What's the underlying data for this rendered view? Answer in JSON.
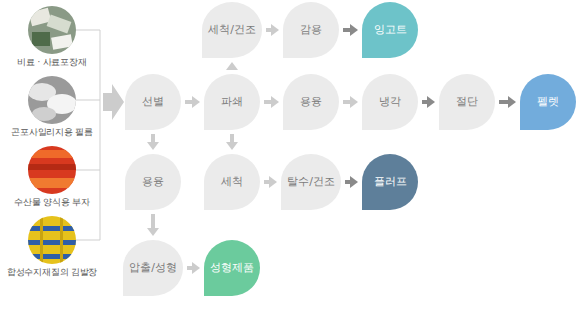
{
  "diagram": {
    "nodes": [
      {
        "text": [
          "세척/건조"
        ]
      },
      {
        "text": [
          "감용"
        ]
      },
      {
        "text": [
          "잉고트"
        ]
      },
      {
        "text": [
          "선별"
        ]
      },
      {
        "text": [
          "파쇄"
        ]
      },
      {
        "text": [
          "용융"
        ]
      },
      {
        "text": [
          "냉각"
        ]
      },
      {
        "text": [
          "절단"
        ]
      },
      {
        "text": [
          "펠렛"
        ]
      },
      {
        "text": [
          "용융"
        ]
      },
      {
        "text": [
          "세척"
        ]
      },
      {
        "text": [
          "탈수/건조"
        ]
      },
      {
        "text": [
          "플러프"
        ]
      },
      {
        "text": [
          "압출/성형"
        ]
      },
      {
        "text": [
          "성형제품"
        ]
      }
    ],
    "edges": [
      {
        "from": 3,
        "to": 4,
        "arrow": "to"
      },
      {
        "from": 4,
        "to": 0,
        "arrow": "to"
      },
      {
        "from": 0,
        "to": 1,
        "arrow": "to"
      },
      {
        "from": 1,
        "to": 2,
        "arrow": "to"
      },
      {
        "from": 4,
        "to": 5,
        "arrow": "to"
      },
      {
        "from": 5,
        "to": 6,
        "arrow": "to"
      },
      {
        "from": 6,
        "to": 7,
        "arrow": "to"
      },
      {
        "from": 7,
        "to": 8,
        "arrow": "to"
      },
      {
        "from": 4,
        "to": 10,
        "arrow": "to"
      },
      {
        "from": 10,
        "to": 11,
        "arrow": "to"
      },
      {
        "from": 11,
        "to": 12,
        "arrow": "to"
      },
      {
        "from": 3,
        "to": 9,
        "arrow": "to"
      },
      {
        "from": 9,
        "to": 13,
        "arrow": "to"
      },
      {
        "from": 13,
        "to": 14,
        "arrow": "to"
      }
    ],
    "labels": [
      "비료 · 사료포장재",
      "곤포사일리지용 필름",
      "수산물 양식용 부자",
      "합성수지재질의 김발장"
    ]
  }
}
